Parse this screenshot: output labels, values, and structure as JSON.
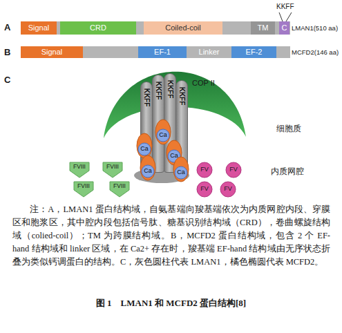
{
  "diagram": {
    "caption": "图 1　LMAN1 和 MCFD2 蛋白结构[8]",
    "nodes": [
      {
        "text": [
          "Signal"
        ]
      },
      {
        "text": [
          "CRD"
        ]
      },
      {
        "text": [
          "Coiled-coil"
        ]
      },
      {
        "text": [
          "TM"
        ]
      },
      {
        "text": [
          "C"
        ]
      },
      {
        "text": [
          "Signal"
        ]
      },
      {
        "text": [
          "EF-1"
        ]
      },
      {
        "text": [
          "Linker"
        ]
      },
      {
        "text": [
          "EF-2"
        ]
      },
      {
        "text": [
          "COP II"
        ]
      },
      {
        "text": [
          "KKFF"
        ]
      },
      {
        "text": [
          "KKFF"
        ]
      },
      {
        "text": [
          "KKFF"
        ]
      },
      {
        "text": [
          "KKFF"
        ]
      },
      {
        "text": [
          "Ca"
        ]
      },
      {
        "text": [
          "Ca"
        ]
      },
      {
        "text": [
          "Ca"
        ]
      },
      {
        "text": [
          "Ca"
        ]
      },
      {
        "text": [
          "Ca"
        ]
      },
      {
        "text": [
          "FVIII"
        ]
      },
      {
        "text": [
          "FVIII"
        ]
      },
      {
        "text": [
          "FVIII"
        ]
      },
      {
        "text": [
          "FVIII"
        ]
      },
      {
        "text": [
          "FV"
        ]
      },
      {
        "text": [
          "FV"
        ]
      },
      {
        "text": [
          "FV"
        ]
      },
      {
        "text": [
          "FV"
        ]
      }
    ],
    "labels": [
      "A",
      "KKFF",
      "LMAN1(510 aa)",
      "B",
      "MCFD2(146 aa)",
      "C",
      "细胞质",
      "内质网腔",
      "注：A，LMAN1 蛋白结构域，自氨基端向羧基端依次为内质网腔内段、穿膜区和胞浆区，其中腔内段包括信号肽、糖基识别结构域（CRD），卷曲螺旋结构域（colied-coil）；TM 为跨膜结构域。B，MCFD2 蛋白结构域，包含 2 个 EF-hand 结构域和 linker 区域，在 Ca2+ 存在时，羧基端 EF-hand 结构域由无序状态折叠为类似钙调蛋白的结构。C，灰色圆柱代表 LMAN1，橘色椭圆代表 MCFD2。"
    ]
  }
}
